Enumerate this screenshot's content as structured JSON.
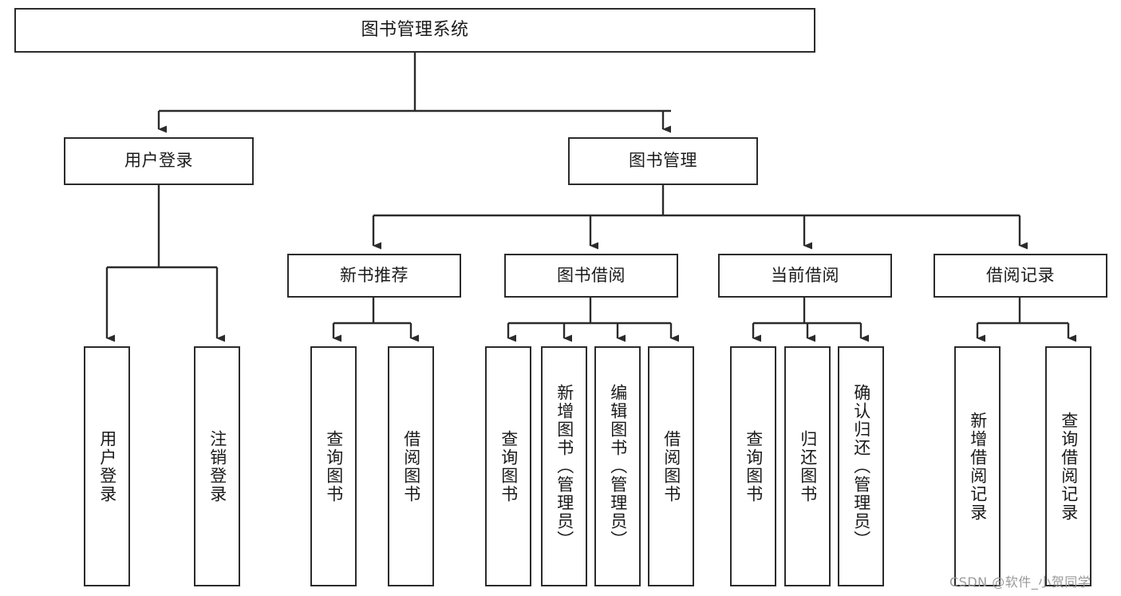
{
  "diagram": {
    "title": "图书管理系统",
    "type": "tree",
    "theme": {
      "background": "#ffffff",
      "stroke": "#2b2b2b",
      "text": "#1a1a1a",
      "watermark": "#9a9a9a"
    },
    "nodes": {
      "root": {
        "label": "图书管理系统"
      },
      "level2": [
        {
          "id": "user-login",
          "label": "用户登录"
        },
        {
          "id": "book-manage",
          "label": "图书管理"
        }
      ],
      "level3": [
        {
          "id": "new-book-recommend",
          "label": "新书推荐"
        },
        {
          "id": "book-borrow",
          "label": "图书借阅"
        },
        {
          "id": "current-borrow",
          "label": "当前借阅"
        },
        {
          "id": "borrow-record",
          "label": "借阅记录"
        }
      ],
      "leaves": {
        "user-login": [
          {
            "id": "leaf-user-login",
            "label": "用户登录"
          },
          {
            "id": "leaf-user-logout",
            "label": "注销登录"
          }
        ],
        "new-book-recommend": [
          {
            "id": "leaf-query-book-1",
            "label": "查询图书"
          },
          {
            "id": "leaf-borrow-book-1",
            "label": "借阅图书"
          }
        ],
        "book-borrow": [
          {
            "id": "leaf-query-book-2",
            "label": "查询图书"
          },
          {
            "id": "leaf-add-book",
            "label": "新增图书（管理员）"
          },
          {
            "id": "leaf-edit-book",
            "label": "编辑图书（管理员）"
          },
          {
            "id": "leaf-borrow-book-2",
            "label": "借阅图书"
          }
        ],
        "current-borrow": [
          {
            "id": "leaf-query-book-3",
            "label": "查询图书"
          },
          {
            "id": "leaf-return-book",
            "label": "归还图书"
          },
          {
            "id": "leaf-confirm-return",
            "label": "确认归还（管理员）"
          }
        ],
        "borrow-record": [
          {
            "id": "leaf-add-record",
            "label": "新增借阅记录"
          },
          {
            "id": "leaf-query-record",
            "label": "查询借阅记录"
          }
        ]
      }
    },
    "watermark": "CSDN @软件_小贺同学"
  }
}
